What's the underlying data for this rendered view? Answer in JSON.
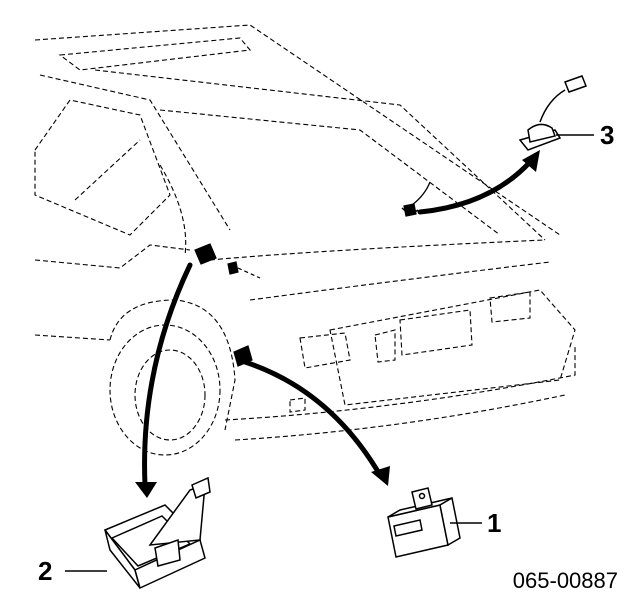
{
  "callouts": {
    "part1": "1",
    "part2": "2",
    "part3": "3"
  },
  "part_number": "065-00887",
  "colors": {
    "ink": "#000000",
    "background": "#ffffff"
  }
}
